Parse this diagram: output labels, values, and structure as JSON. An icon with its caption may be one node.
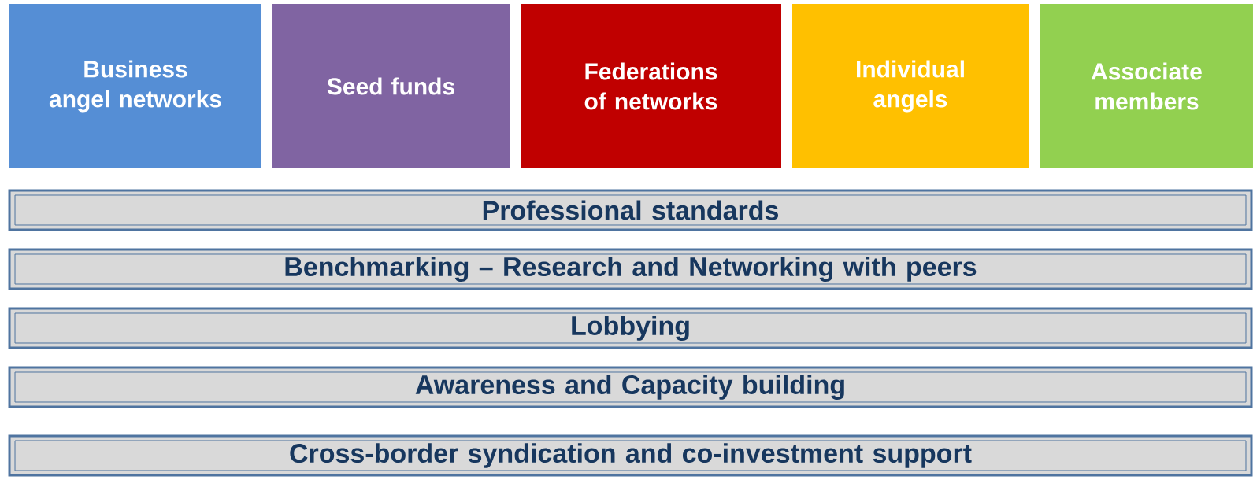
{
  "diagram": {
    "nodes": [
      {
        "text": [
          "Business angel networks"
        ]
      },
      {
        "text": [
          "Seed funds"
        ]
      },
      {
        "text": [
          "Federations of networks"
        ]
      },
      {
        "text": [
          "Individual angels"
        ]
      },
      {
        "text": [
          "Associate members"
        ]
      },
      {
        "text": [
          "Professional standards"
        ]
      },
      {
        "text": [
          "Benchmarking – Research and Networking with peers"
        ]
      },
      {
        "text": [
          "Lobbying"
        ]
      },
      {
        "text": [
          "Awareness and Capacity building"
        ]
      },
      {
        "text": [
          "Cross-border syndication and co-investment support"
        ]
      }
    ]
  }
}
